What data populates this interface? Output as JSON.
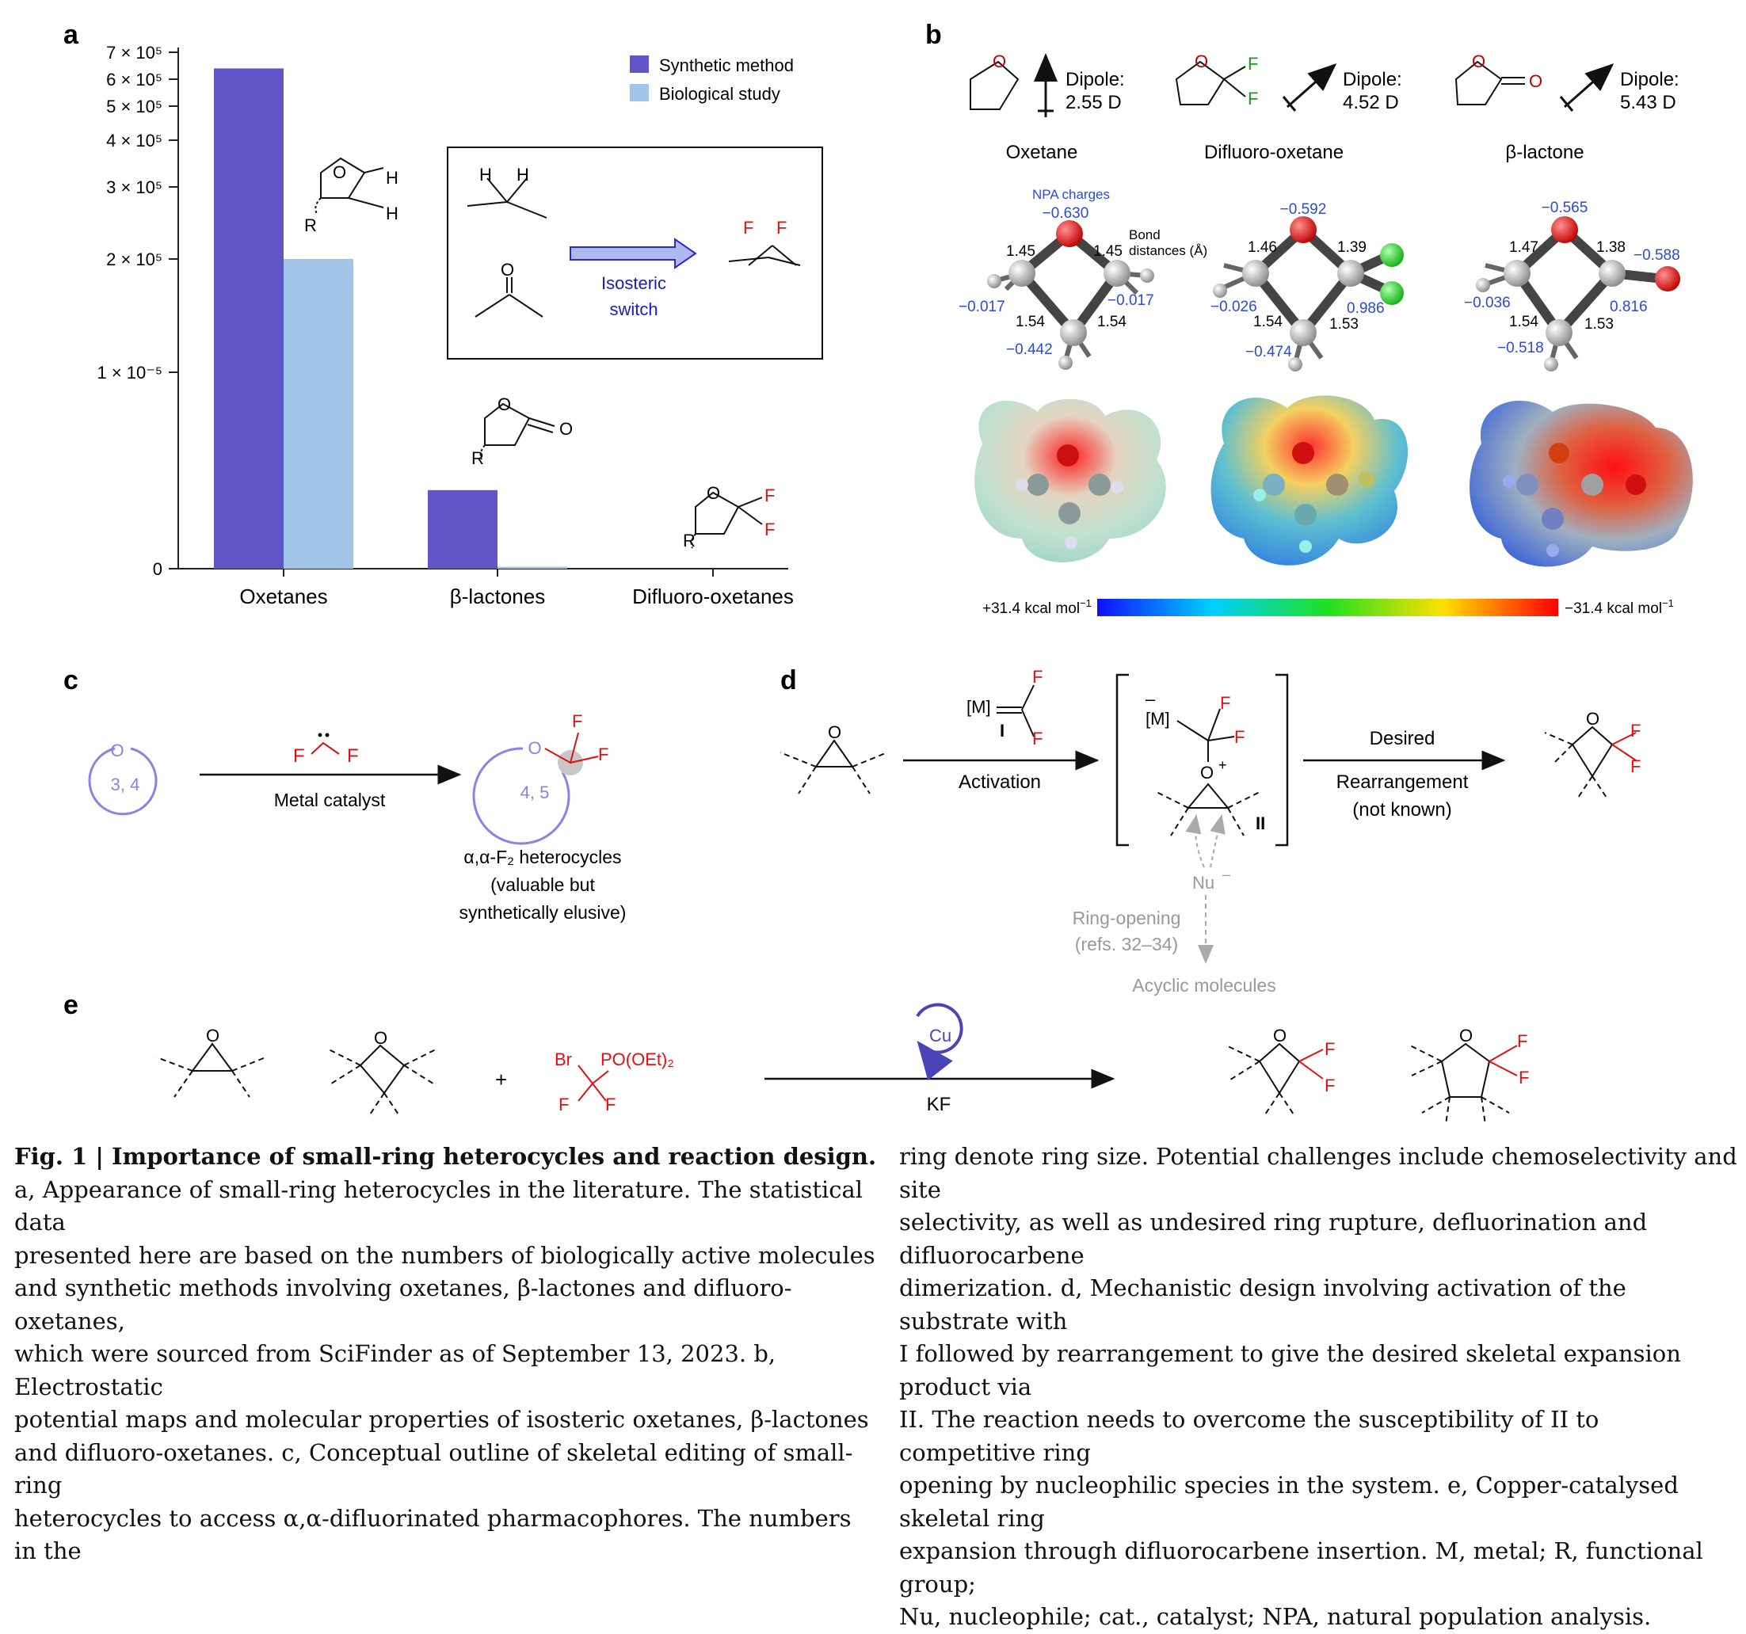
{
  "panels": {
    "a": "a",
    "b": "b",
    "c": "c",
    "d": "d",
    "e": "e"
  },
  "panel_a": {
    "chart_data": {
      "type": "bar",
      "categories": [
        "Oxetanes",
        "β-lactones",
        "Difluoro-oxetanes"
      ],
      "series": [
        {
          "name": "Synthetic method",
          "color": "#6155c7",
          "values": [
            640000,
            40000,
            0
          ]
        },
        {
          "name": "Biological study",
          "color": "#9fc6e6",
          "values": [
            200000,
            1000,
            0
          ]
        }
      ],
      "y_tick_labels": [
        "7 × 10⁵",
        "6 × 10⁵",
        "5 × 10⁵",
        "4 × 10⁵",
        "3 × 10⁵",
        "2 × 10⁵",
        "1 × 10⁻⁵",
        "0"
      ],
      "legend_position": "top-right"
    },
    "inset": {
      "arrow_label_1": "Isosteric",
      "arrow_label_2": "switch"
    }
  },
  "panel_b": {
    "molecules": [
      {
        "name": "Oxetane",
        "dipole_label": "Dipole:",
        "dipole_value": "2.55 D",
        "charges": [
          "−0.630",
          "−0.017",
          "−0.017",
          "−0.442"
        ],
        "distances": [
          "1.45",
          "1.45",
          "1.54",
          "1.54"
        ]
      },
      {
        "name": "Difluoro-oxetane",
        "dipole_label": "Dipole:",
        "dipole_value": "4.52 D",
        "charges": [
          "−0.592",
          "−0.026",
          "0.986",
          "−0.474"
        ],
        "distances": [
          "1.46",
          "1.39",
          "1.54",
          "1.53"
        ]
      },
      {
        "name": "β-lactone",
        "dipole_label": "Dipole:",
        "dipole_value": "5.43 D",
        "charges": [
          "−0.565",
          "−0.036",
          "0.816",
          "−0.518",
          "−0.588"
        ],
        "distances": [
          "1.47",
          "1.38",
          "1.54",
          "1.53"
        ]
      }
    ],
    "npa_label": "NPA charges",
    "bond_label_1": "Bond",
    "bond_label_2": "distances (Å)",
    "scale_left": "+31.4 kcal mol",
    "scale_right": "−31.4 kcal mol",
    "scale_sup": "−1"
  },
  "panel_c": {
    "ring_left": "3, 4",
    "ring_right": "4, 5",
    "arrow_label": "Metal catalyst",
    "desc_1": "α,α-F₂ heterocycles",
    "desc_2": "(valuable but",
    "desc_3": "synthetically elusive)"
  },
  "panel_d": {
    "activation": "Activation",
    "reagent": "[M]",
    "reagent_label": "I",
    "intermediate_label": "II",
    "desired": "Desired",
    "rearrangement": "Rearrangement",
    "not_known": "(not known)",
    "nu": "Nu",
    "ring_opening": "Ring-opening",
    "refs": "(refs. 32–34)",
    "acyclic": "Acyclic molecules"
  },
  "panel_e": {
    "plus": "+",
    "reagent_br": "Br",
    "reagent_p": "PO(OEt)₂",
    "catalyst": "Cu",
    "additive": "KF"
  },
  "atoms": {
    "O": "O",
    "F": "F",
    "H": "H",
    "R": "R",
    "M": "[M]"
  },
  "caption": {
    "title": "Fig. 1 | Importance of small-ring heterocycles and reaction design.",
    "left_lines": [
      "a, Appearance of small-ring heterocycles in the literature. The statistical data",
      "presented here are based on the numbers of biologically active molecules",
      "and synthetic methods involving oxetanes, β-lactones and difluoro-oxetanes,",
      "which were sourced from SciFinder as of September 13, 2023. b, Electrostatic",
      "potential maps and molecular properties of isosteric oxetanes, β-lactones",
      "and difluoro-oxetanes. c, Conceptual outline of skeletal editing of small-ring",
      "heterocycles to access α,α-difluorinated pharmacophores. The numbers in the"
    ],
    "right_lines": [
      "ring denote ring size. Potential challenges include chemoselectivity and site",
      "selectivity, as well as undesired ring rupture, defluorination and difluorocarbene",
      "dimerization. d, Mechanistic design involving activation of the substrate with",
      "I followed by rearrangement to give the desired skeletal expansion product via",
      "II. The reaction needs to overcome the susceptibility of II to competitive ring",
      "opening by nucleophilic species in the system. e, Copper-catalysed skeletal ring",
      "expansion through difluorocarbene insertion. M, metal; R, functional group;",
      "Nu, nucleophile; cat., catalyst; NPA, natural population analysis."
    ]
  }
}
